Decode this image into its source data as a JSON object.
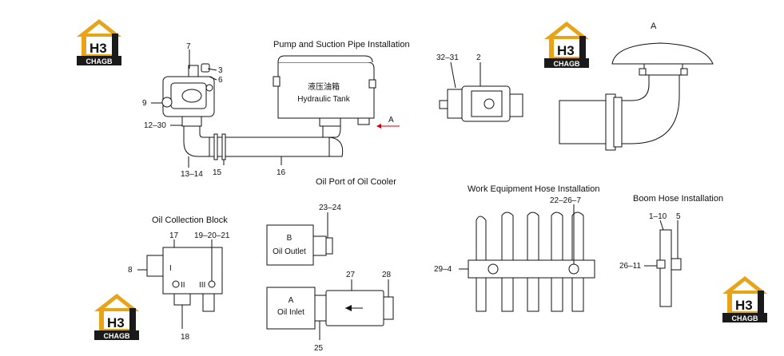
{
  "logo": {
    "letters": "H3",
    "subtext": "CHAGB",
    "colors": {
      "roof": "#e8a317",
      "dark": "#1a1a1a",
      "white": "#ffffff"
    }
  },
  "titles": {
    "pump": "Pump and Suction Pipe Installation",
    "oil_cooler": "Oil Port of Oil Cooler",
    "collection": "Oil Collection Block",
    "work_equipment": "Work Equipment Hose Installation",
    "boom": "Boom Hose Installation",
    "detail_a": "A"
  },
  "tank": {
    "label_cn": "液压油箱",
    "label_en": "Hydraulic Tank",
    "arrow_label": "A"
  },
  "cooler": {
    "outlet_letter": "B",
    "outlet_label": "Oil Outlet",
    "inlet_letter": "A",
    "inlet_label": "Oil Inlet"
  },
  "collection_block": {
    "roman": [
      "I",
      "II",
      "III"
    ]
  },
  "callouts": {
    "c7": "7",
    "c3": "3",
    "c6": "6",
    "c9": "9",
    "c1230": "12–30",
    "c1314": "13–14",
    "c15": "15",
    "c16": "16",
    "c3231": "32–31",
    "c2": "2",
    "c2324": "23–24",
    "c27": "27",
    "c28": "28",
    "c25": "25",
    "c17": "17",
    "c192021": "19–20–21",
    "c8": "8",
    "c18": "18",
    "c22267": "22–26–7",
    "c294": "29–4",
    "c110": "1–10",
    "c5": "5",
    "c2611": "26–11"
  }
}
